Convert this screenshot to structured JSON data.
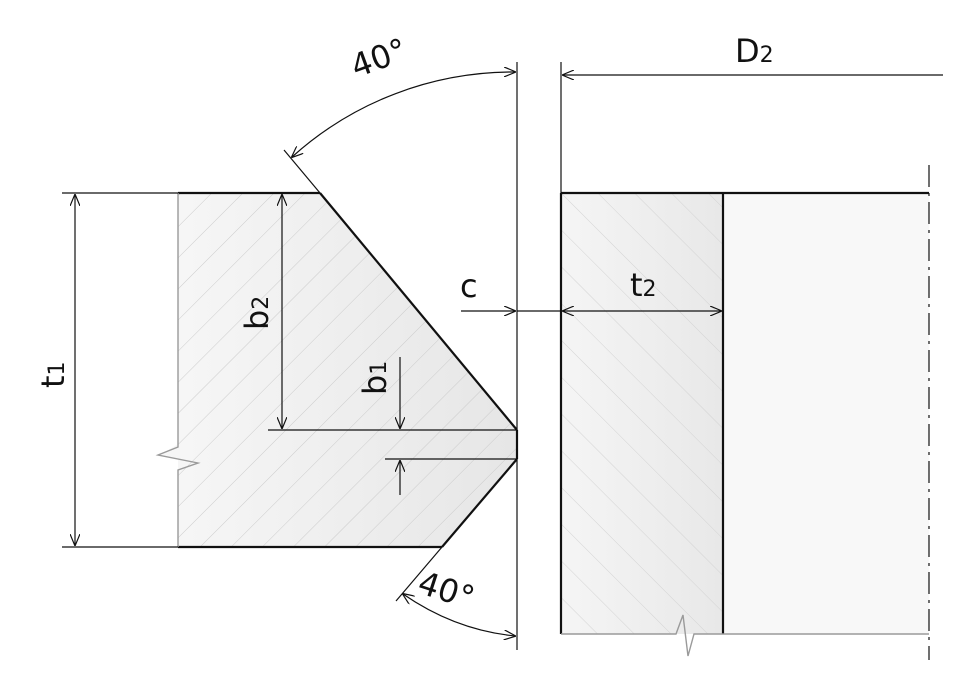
{
  "labels": {
    "angle_top": "40°",
    "angle_bottom": "40°",
    "d_main": "D",
    "d_sub": "2",
    "t2_main": "t",
    "t2_sub": "2",
    "t1_main": "t",
    "t1_sub": "1",
    "b2_main": "b",
    "b2_sub": "2",
    "b1_main": "b",
    "b1_sub": "1",
    "c": "c"
  },
  "colors": {
    "line": "#111111",
    "fill_light": "#ececec",
    "fill_lighter": "#f7f7f7",
    "hatch": "#c8c8c8",
    "break_line": "#9a9a9a"
  }
}
